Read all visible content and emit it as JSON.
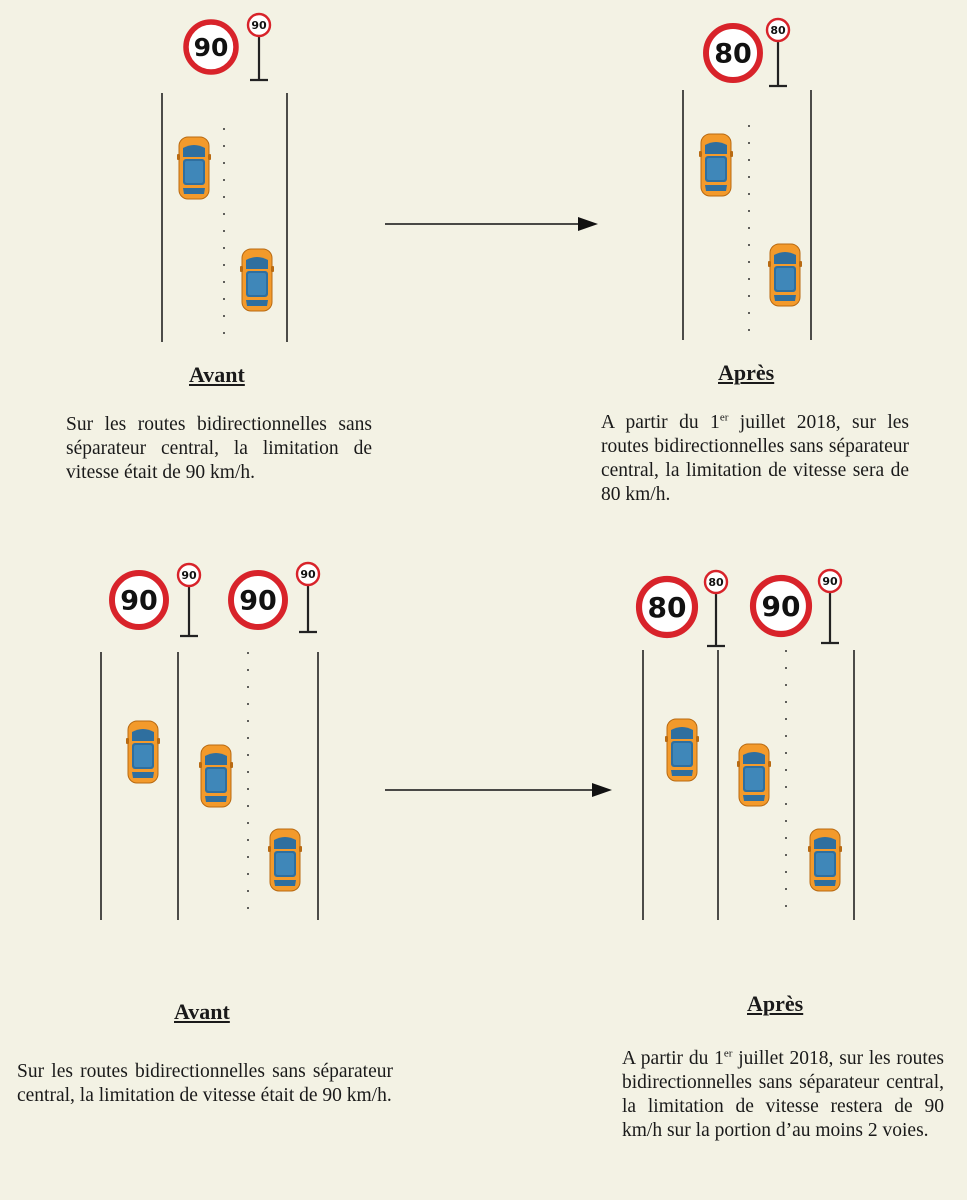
{
  "sections": [
    {
      "before": {
        "heading": "Avant",
        "text": "Sur les routes bidirectionnelles sans séparateur central, la limitation de vitesse était de 90 km/h.",
        "signs": [
          {
            "main": "90",
            "small": "90"
          }
        ]
      },
      "after": {
        "heading": "Après",
        "text_prefix": "A partir du 1",
        "text_sup": "er",
        "text_suffix": " juillet 2018, sur les routes bidirectionnelles sans séparateur central, la limitation de vitesse sera de 80 km/h.",
        "signs": [
          {
            "main": "80",
            "small": "80"
          }
        ]
      }
    },
    {
      "before": {
        "heading": "Avant",
        "text": "Sur les routes bidirectionnelles sans séparateur central, la limitation de vitesse était de 90 km/h.",
        "signs": [
          {
            "main": "90",
            "small": "90"
          },
          {
            "main": "90",
            "small": "90"
          }
        ]
      },
      "after": {
        "heading": "Après",
        "text_prefix": "A partir du 1",
        "text_sup": "er",
        "text_suffix": " juillet 2018, sur les routes bidirectionnelles sans séparateur central, la limitation de vitesse restera de 90 km/h sur la portion d’au moins 2 voies.",
        "signs": [
          {
            "main": "80",
            "small": "80"
          },
          {
            "main": "90",
            "small": "90"
          }
        ]
      }
    }
  ],
  "colors": {
    "sign_ring": "#d8232a",
    "car_body": "#f39a2b",
    "car_glass": "#2f6f9f",
    "road_line": "#222222"
  }
}
